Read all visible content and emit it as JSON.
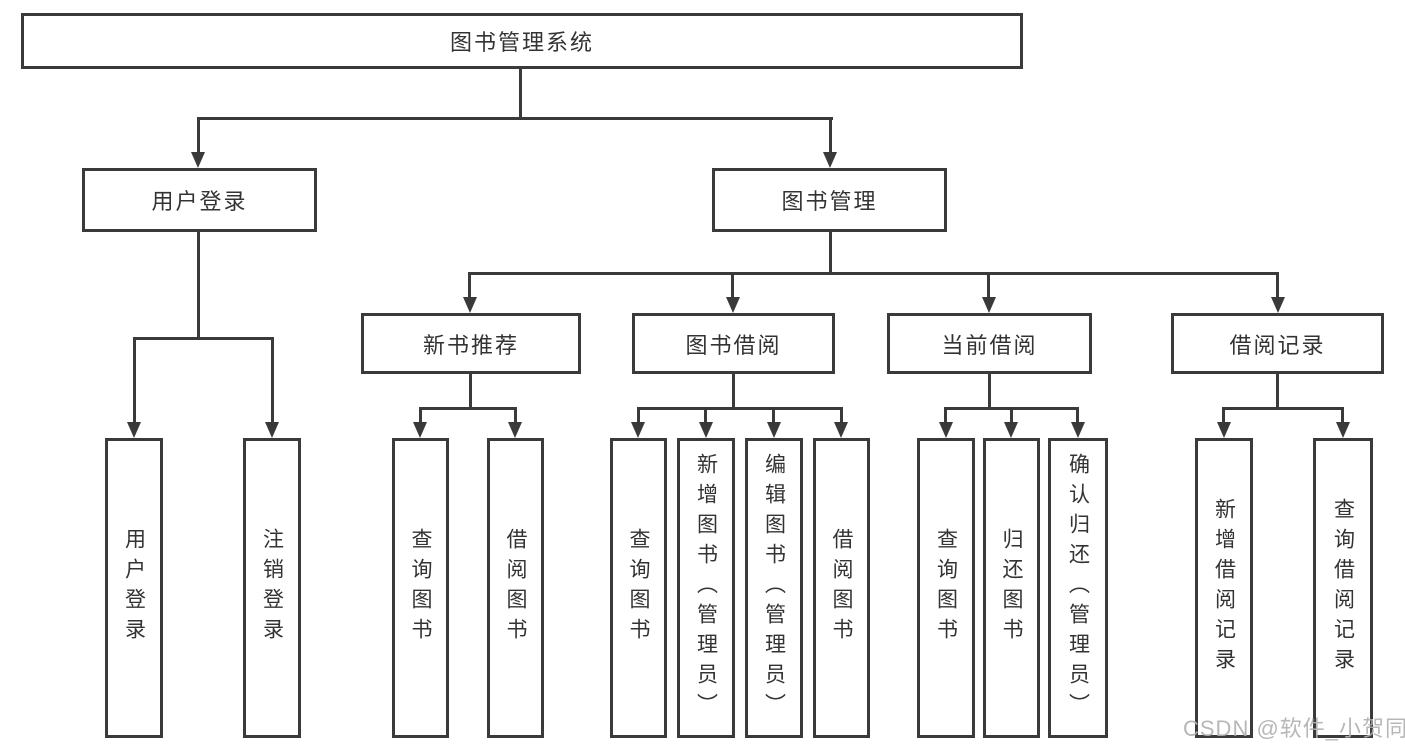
{
  "diagram_title": "图书管理系统",
  "colors": {
    "line": "#3a3a3a",
    "text": "#333333",
    "background": "#ffffff",
    "watermark": "#b0b0b0"
  },
  "tree": {
    "label": "图书管理系统",
    "children": [
      {
        "label": "用户登录",
        "children": [
          {
            "label": "用户登录"
          },
          {
            "label": "注销登录"
          }
        ]
      },
      {
        "label": "图书管理",
        "children": [
          {
            "label": "新书推荐",
            "children": [
              {
                "label": "查询图书"
              },
              {
                "label": "借阅图书"
              }
            ]
          },
          {
            "label": "图书借阅",
            "children": [
              {
                "label": "查询图书"
              },
              {
                "label": "新增图书（管理员）"
              },
              {
                "label": "编辑图书（管理员）"
              },
              {
                "label": "借阅图书"
              }
            ]
          },
          {
            "label": "当前借阅",
            "children": [
              {
                "label": "查询图书"
              },
              {
                "label": "归还图书"
              },
              {
                "label": "确认归还（管理员）"
              }
            ]
          },
          {
            "label": "借阅记录",
            "children": [
              {
                "label": "新增借阅记录"
              },
              {
                "label": "查询借阅记录"
              }
            ]
          }
        ]
      }
    ]
  },
  "watermark": {
    "text": "CSDN @软件_小贺同学"
  }
}
